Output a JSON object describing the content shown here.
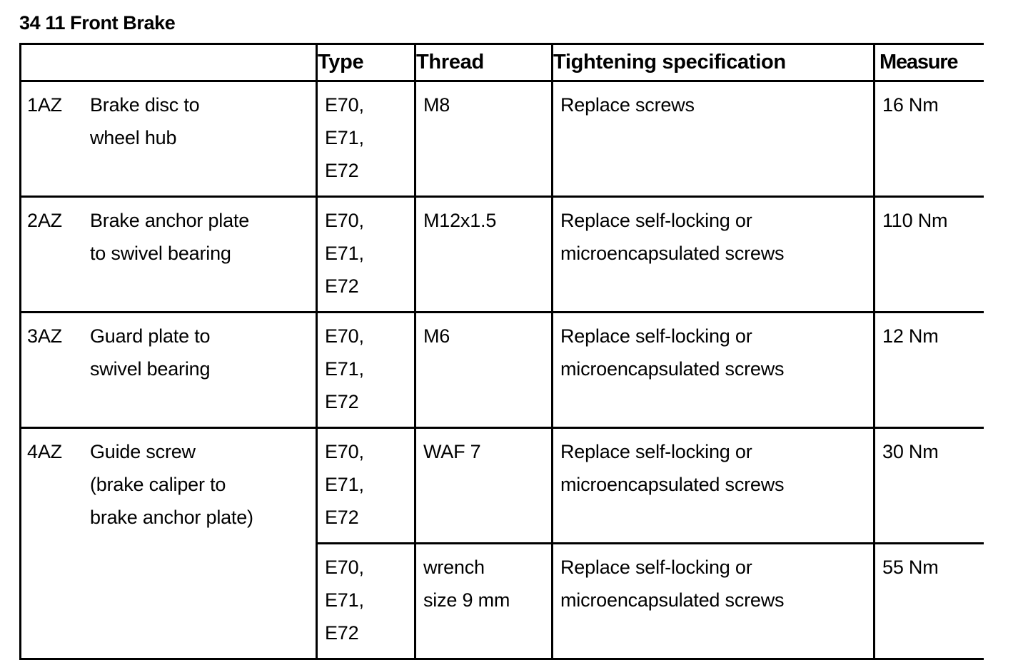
{
  "document": {
    "title": "34 11 Front Brake"
  },
  "table": {
    "headers": {
      "description": "",
      "type": "Type",
      "thread": "Thread",
      "spec": "Tightening specification",
      "measure": "Measure"
    },
    "rows": [
      {
        "id": "1AZ",
        "description": "Brake disc to\nwheel hub",
        "type": "E70,\nE71,\nE72",
        "thread": "M8",
        "spec": "Replace screws",
        "measure": "16 Nm"
      },
      {
        "id": "2AZ",
        "description": "Brake anchor plate\nto swivel bearing",
        "type": "E70,\nE71,\nE72",
        "thread": "M12x1.5",
        "spec": "Replace self-locking or\nmicroencapsulated screws",
        "measure": "110 Nm"
      },
      {
        "id": "3AZ",
        "description": "Guard plate to\nswivel bearing",
        "type": "E70,\nE71,\nE72",
        "thread": "M6",
        "spec": "Replace self-locking or\nmicroencapsulated screws",
        "measure": "12 Nm"
      },
      {
        "id": "4AZ",
        "description": "Guide screw\n(brake caliper to\nbrake anchor plate)",
        "type": "E70,\nE71,\nE72",
        "thread": "WAF 7",
        "spec": "Replace self-locking or\nmicroencapsulated screws",
        "measure": "30 Nm"
      },
      {
        "id": "",
        "description": "",
        "type": "E70,\nE71,\nE72",
        "thread": "wrench\nsize 9 mm",
        "spec": "Replace self-locking or\nmicroencapsulated screws",
        "measure": "55 Nm"
      }
    ]
  }
}
